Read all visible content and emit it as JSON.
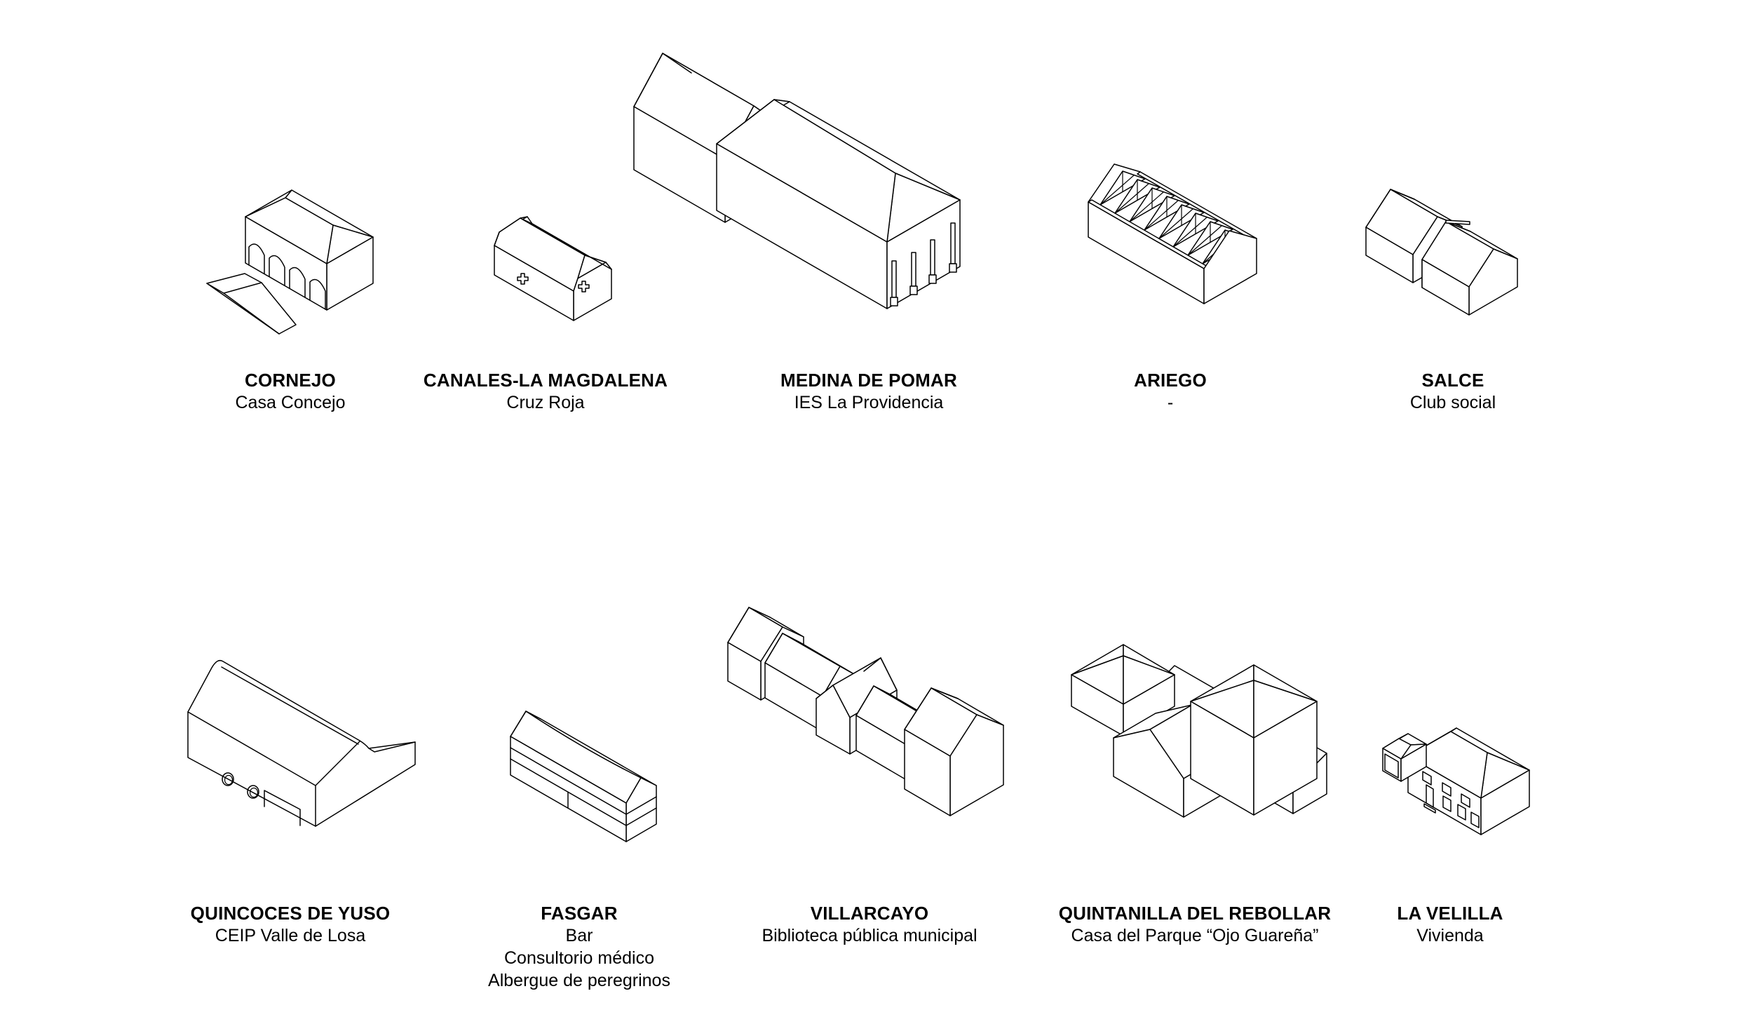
{
  "figure": {
    "title": "",
    "description_rows": 2,
    "line_color": "#000000",
    "background": "#ffffff",
    "text_color": "#000000"
  },
  "buildings": [
    {
      "id": "cornejo",
      "name": "CORNEJO",
      "uses": [
        "Casa Concejo"
      ]
    },
    {
      "id": "canales",
      "name": "CANALES-LA MAGDALENA",
      "uses": [
        "Cruz Roja"
      ]
    },
    {
      "id": "medina",
      "name": "MEDINA DE POMAR",
      "uses": [
        "IES La Providencia"
      ]
    },
    {
      "id": "ariego",
      "name": "ARIEGO",
      "uses": [
        "-"
      ]
    },
    {
      "id": "salce",
      "name": "SALCE",
      "uses": [
        "Club social"
      ]
    },
    {
      "id": "quincoces",
      "name": "QUINCOCES DE YUSO",
      "uses": [
        "CEIP Valle de Losa"
      ]
    },
    {
      "id": "fasgar",
      "name": "FASGAR",
      "uses": [
        "Bar",
        "Consultorio médico",
        "Albergue de peregrinos"
      ]
    },
    {
      "id": "villarcayo",
      "name": "VILLARCAYO",
      "uses": [
        "Biblioteca pública municipal"
      ]
    },
    {
      "id": "quintanilla",
      "name": "QUINTANILLA DEL REBOLLAR",
      "uses": [
        "Casa del Parque “Ojo Guareña”"
      ]
    },
    {
      "id": "lavelilla",
      "name": "LA VELILLA",
      "uses": [
        "Vivienda"
      ]
    }
  ]
}
